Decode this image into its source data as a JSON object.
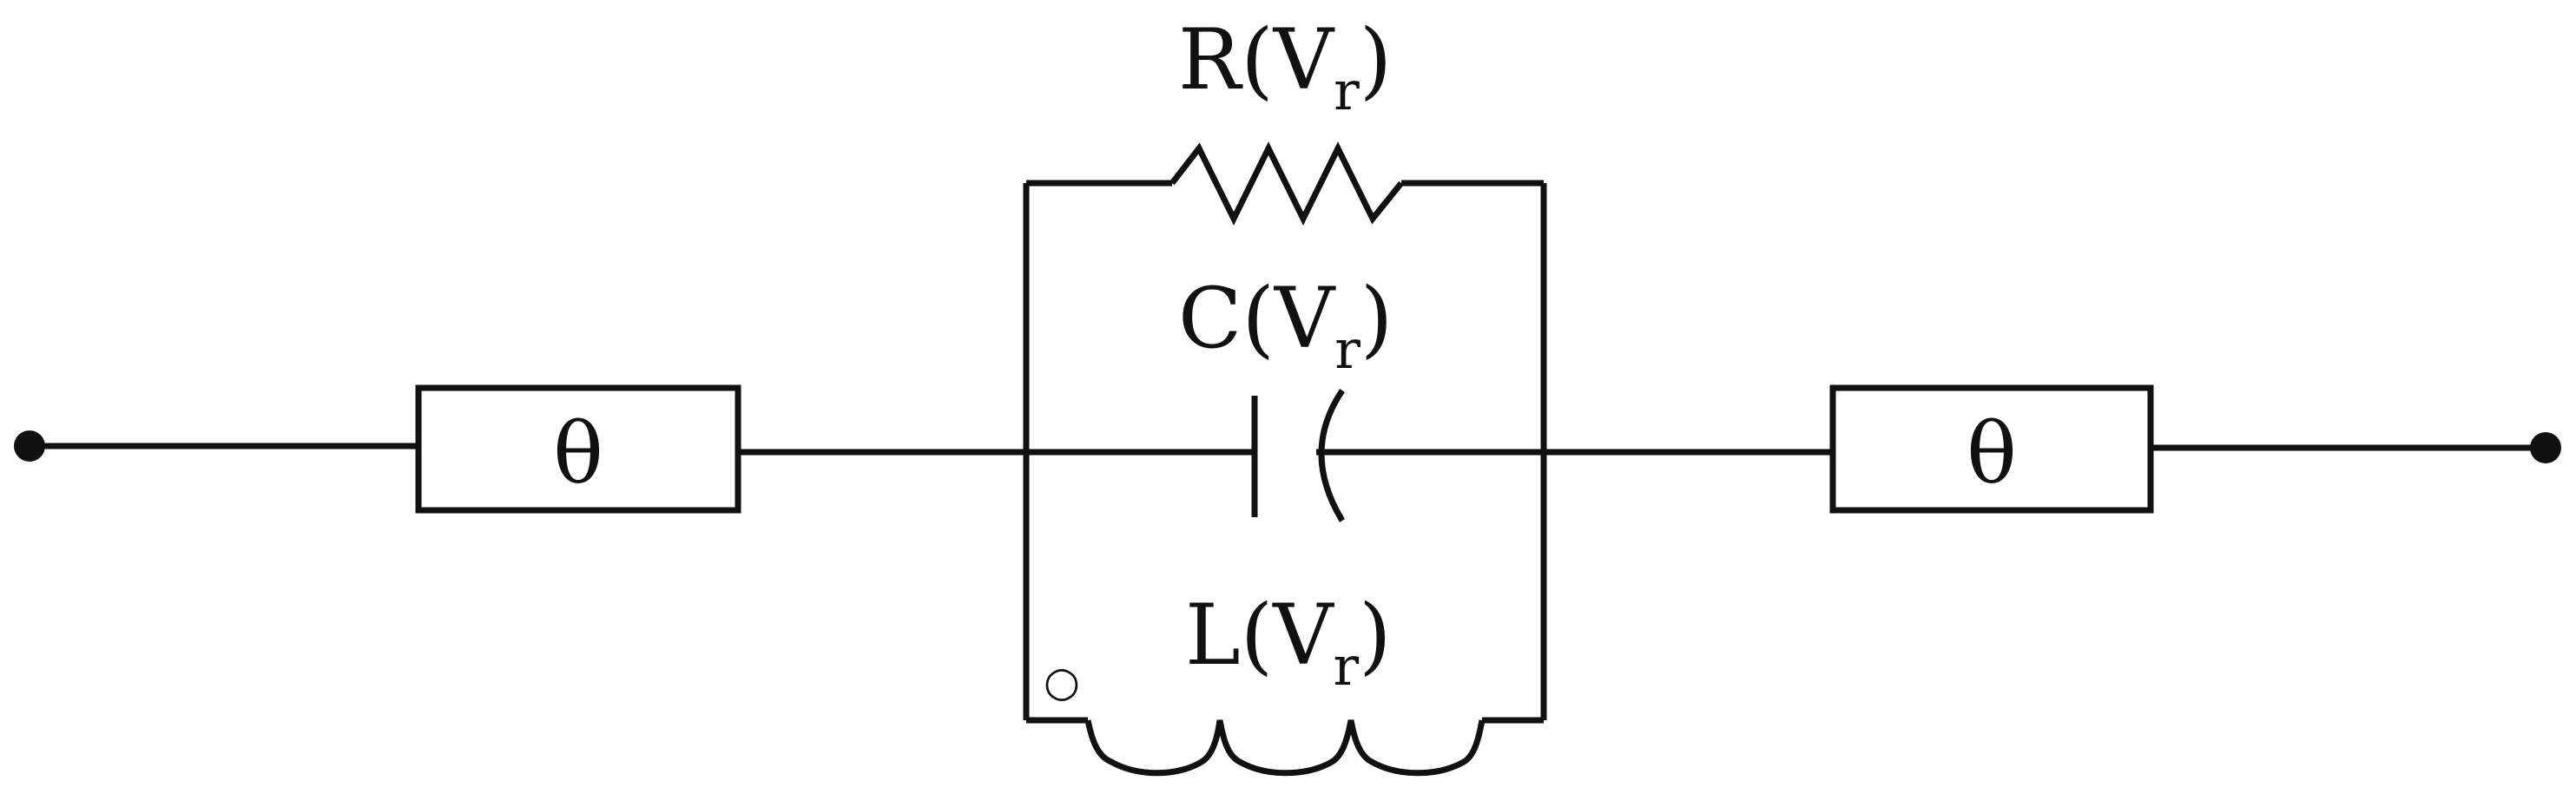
{
  "labels": {
    "resistor_main": "R(V",
    "resistor_sub": "r",
    "resistor_close": ")",
    "capacitor_main": "C(V",
    "capacitor_sub": "r",
    "capacitor_close": ")",
    "inductor_main": "L(V",
    "inductor_sub": "r",
    "inductor_close": ")",
    "left_element": "θ",
    "right_element": "θ",
    "inductor_dot": "○"
  },
  "colors": {
    "stroke": "#111111",
    "background": "#ffffff"
  }
}
